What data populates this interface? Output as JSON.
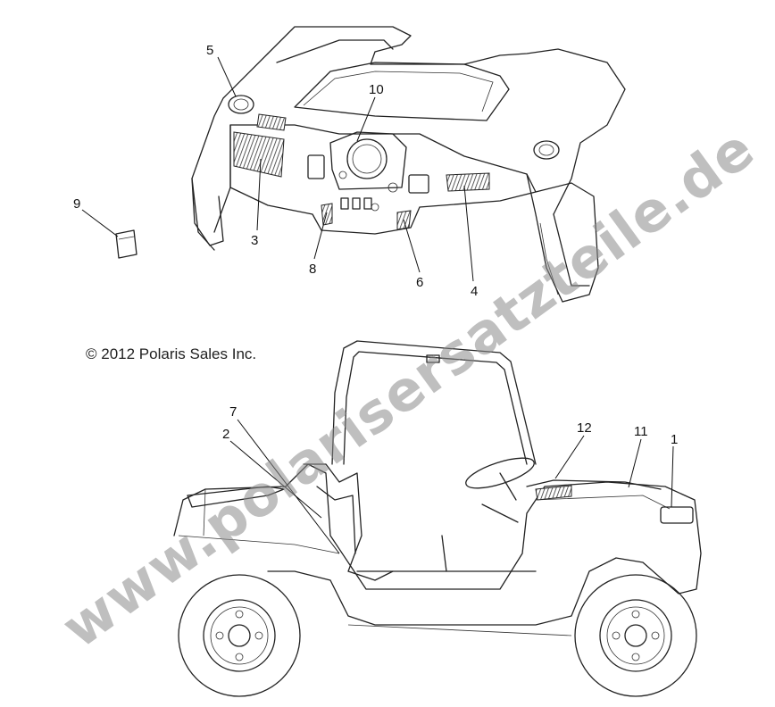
{
  "copyright": "© 2012 Polaris Sales Inc.",
  "watermark": "www.polarisersatzteile.de",
  "callouts": {
    "c1": "1",
    "c2": "2",
    "c3": "3",
    "c4": "4",
    "c5": "5",
    "c6": "6",
    "c7": "7",
    "c8": "8",
    "c9": "9",
    "c10": "10",
    "c11": "11",
    "c12": "12"
  }
}
